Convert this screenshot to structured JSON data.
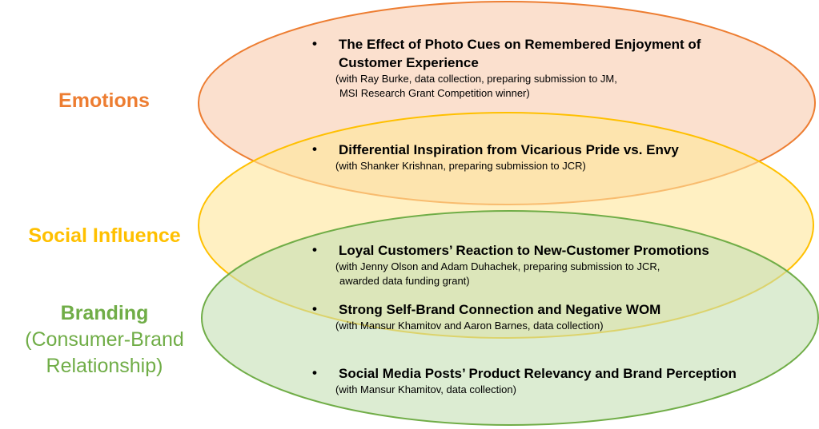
{
  "colors": {
    "emotions": "#ED7D31",
    "social_influence": "#FFC000",
    "branding": "#70AD47"
  },
  "categories": {
    "emotions": "Emotions",
    "social_influence": "Social Influence",
    "branding": "Branding",
    "branding_sub_1": "(Consumer-Brand",
    "branding_sub_2": "Relationship)"
  },
  "projects": [
    {
      "title_1": "The Effect of Photo Cues on Remembered Enjoyment of",
      "title_2": "Customer Experience",
      "note_1": "(with Ray Burke, data collection, preparing submission to JM,",
      "note_2": "MSI Research Grant Competition winner)"
    },
    {
      "title_1": "Differential Inspiration from Vicarious Pride vs. Envy",
      "note_1": "(with Shanker Krishnan, preparing submission to JCR)"
    },
    {
      "title_1": "Loyal Customers’ Reaction to New-Customer Promotions",
      "note_1": "(with Jenny Olson and Adam Duhachek, preparing submission to JCR,",
      "note_2": "awarded data funding grant)"
    },
    {
      "title_1": "Strong Self-Brand Connection and Negative WOM",
      "note_1": "(with Mansur Khamitov and Aaron Barnes, data collection)"
    },
    {
      "title_1": "Social Media Posts’ Product Relevancy and Brand Perception",
      "note_1": "(with Mansur Khamitov, data collection)"
    }
  ],
  "bullet": "•"
}
